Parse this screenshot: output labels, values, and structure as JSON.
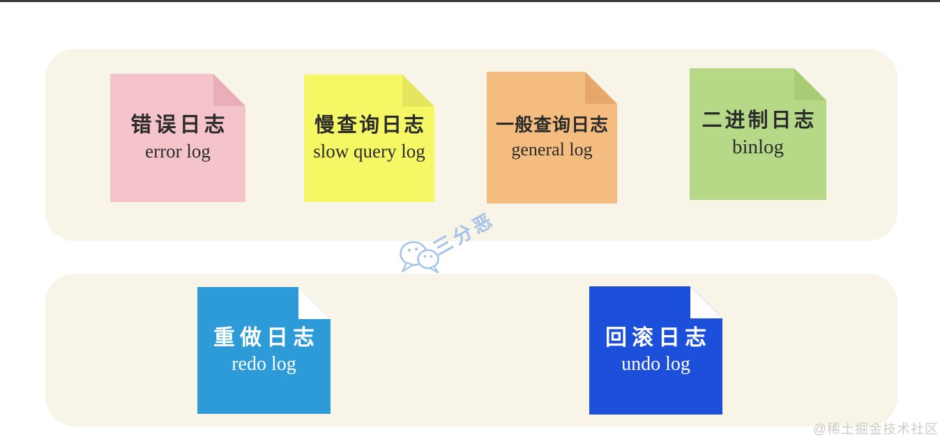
{
  "page": {
    "background": "#ffffff",
    "top_bar_color": "#3a3a3a",
    "panel_color": "#f8f4e7"
  },
  "notes": {
    "top_row": [
      {
        "id": "error-log",
        "zh": "错误日志",
        "en": "error log",
        "bg": "#f5c3ca",
        "fold": "#e9aeb8",
        "text_color": "#2b2b2b"
      },
      {
        "id": "slow-query-log",
        "zh": "慢查询日志",
        "en": "slow query log",
        "bg": "#f5f765",
        "fold": "#e5e65e",
        "text_color": "#2b2b2b"
      },
      {
        "id": "general-log",
        "zh": "一般查询日志",
        "en": "general log",
        "bg": "#f5bc7f",
        "fold": "#e7a768",
        "text_color": "#2b2b2b"
      },
      {
        "id": "binlog",
        "zh": "二进制日志",
        "en": "binlog",
        "bg": "#b6d987",
        "fold": "#a8cc73",
        "text_color": "#2b2b2b"
      }
    ],
    "bottom_row": [
      {
        "id": "redo-log",
        "zh": "重做日志",
        "en": "redo log",
        "bg": "#2c9bd7",
        "fold": "#ffffff",
        "text_color": "#ffffff"
      },
      {
        "id": "undo-log",
        "zh": "回滚日志",
        "en": "undo log",
        "bg": "#1c50da",
        "fold": "#ffffff",
        "text_color": "#ffffff"
      }
    ]
  },
  "watermarks": {
    "center_text": "三分恶",
    "center_color": "#a3c3e8",
    "corner_text": "@稀土掘金技术社区",
    "corner_color": "#cfccc6"
  }
}
